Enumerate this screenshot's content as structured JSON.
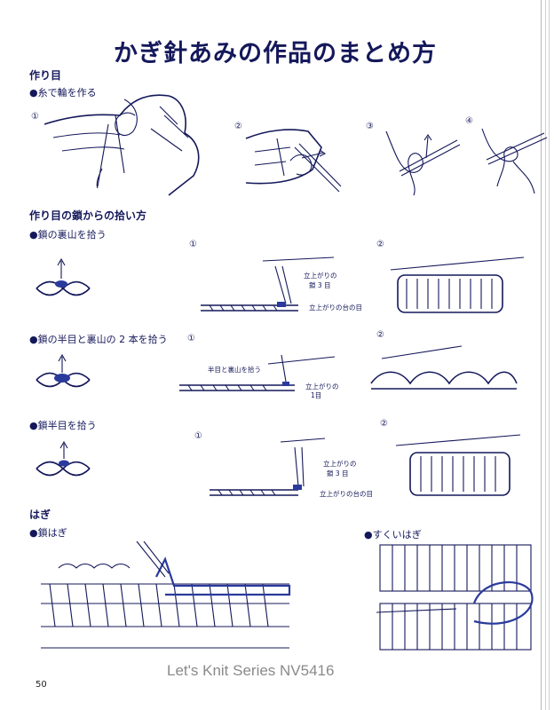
{
  "title": "かぎ針あみの作品のまとめ方",
  "sections": {
    "tsukurime": {
      "heading": "作り目",
      "sub": "●糸で輪を作る",
      "steps": [
        "①",
        "②",
        "③",
        "④"
      ]
    },
    "hiroi": {
      "heading": "作り目の鎖からの拾い方",
      "ura_yama": {
        "label": "●鎖の裏山を拾う",
        "steps": [
          "①",
          "②"
        ],
        "note1": "立上がりの",
        "note2": "鎖 3 目",
        "note3": "立上がりの台の目"
      },
      "hanme": {
        "label": "●鎖の半目と裏山の 2 本を拾う",
        "steps": [
          "①",
          "②"
        ],
        "note1": "半目と裏山を拾う",
        "note2": "立上がりの",
        "note3": "1目"
      },
      "hanme2": {
        "label": "●鎖半目を拾う",
        "steps": [
          "①",
          "②"
        ],
        "note1": "立上がりの",
        "note2": "鎖 3 目",
        "note3": "立上がりの台の目"
      }
    },
    "hagi": {
      "heading": "はぎ",
      "kusari": "●鎖はぎ",
      "sukui": "●すくいはぎ"
    }
  },
  "footer": "Let's Knit Series NV5416",
  "page_number": "50",
  "colors": {
    "ink": "#14185a",
    "accent": "#2a3a9c"
  }
}
